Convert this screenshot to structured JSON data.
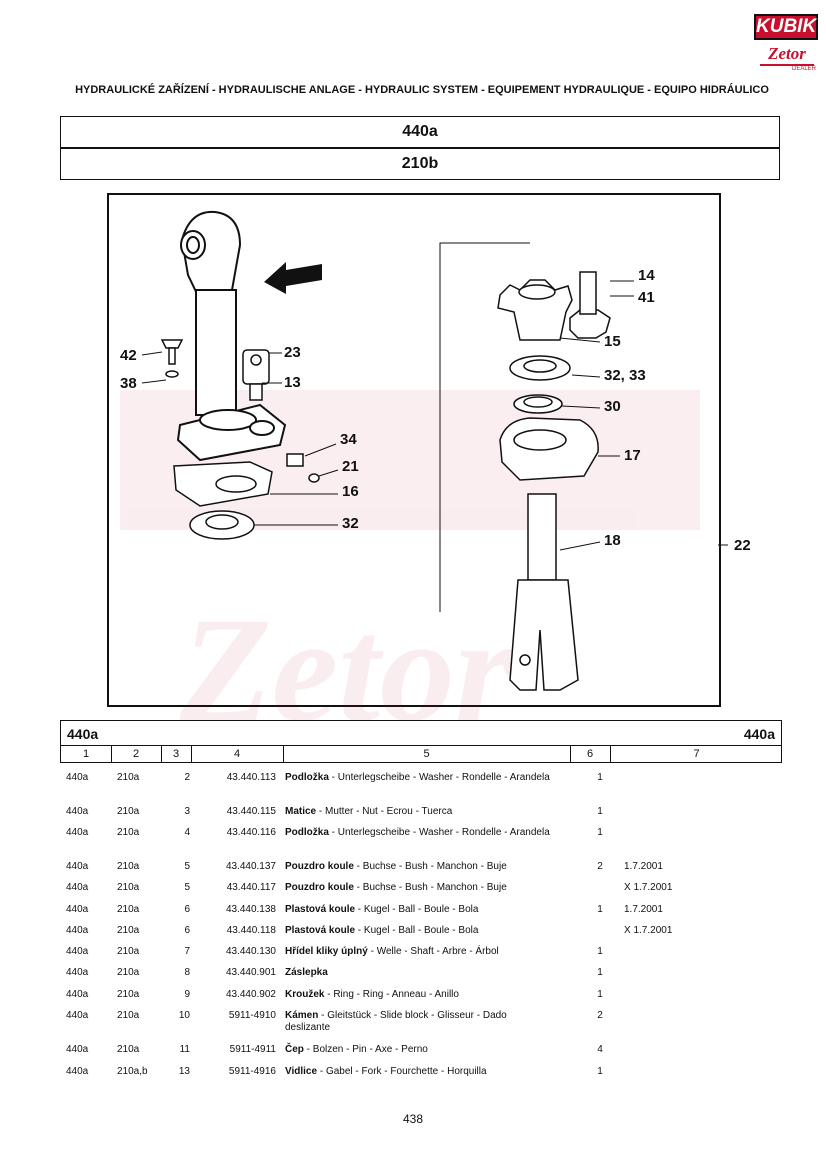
{
  "brand": {
    "kubik": "KUBIK",
    "zetor": "Zetor",
    "dealer": "DEALER"
  },
  "header": {
    "title": "HYDRAULICKÉ ZAŘÍZENÍ - HYDRAULISCHE ANLAGE - HYDRAULIC SYSTEM - EQUIPEMENT HYDRAULIQUE - EQUIPO HIDRÁULICO",
    "group": "440a",
    "subgroup": "210b"
  },
  "diagram": {
    "callouts": [
      "14",
      "41",
      "15",
      "42",
      "23",
      "38",
      "13",
      "32, 33",
      "30",
      "34",
      "17",
      "21",
      "16",
      "32",
      "18",
      "22"
    ]
  },
  "table": {
    "title_left": "440a",
    "title_right": "440a",
    "columns": [
      "1",
      "2",
      "3",
      "4",
      "5",
      "6",
      "7"
    ],
    "rows": [
      {
        "c1": "440a",
        "c2": "210a",
        "c3": "2",
        "c4": "43.440.113",
        "name": "Podložka",
        "desc": " - Unterlegscheibe - Washer - Rondelle - Arandela",
        "qty": "1",
        "note": ""
      },
      {
        "c1": "440a",
        "c2": "210a",
        "c3": "3",
        "c4": "43.440.115",
        "name": "Matice",
        "desc": " - Mutter - Nut - Ecrou - Tuerca",
        "qty": "1",
        "note": ""
      },
      {
        "c1": "440a",
        "c2": "210a",
        "c3": "4",
        "c4": "43.440.116",
        "name": "Podložka",
        "desc": " - Unterlegscheibe - Washer - Rondelle - Arandela",
        "qty": "1",
        "note": ""
      },
      {
        "c1": "440a",
        "c2": "210a",
        "c3": "5",
        "c4": "43.440.137",
        "name": "Pouzdro koule",
        "desc": " - Buchse - Bush - Manchon - Buje",
        "qty": "2",
        "note": "1.7.2001"
      },
      {
        "c1": "440a",
        "c2": "210a",
        "c3": "5",
        "c4": "43.440.117",
        "name": "Pouzdro koule",
        "desc": " - Buchse - Bush - Manchon - Buje",
        "qty": "",
        "note": "X  1.7.2001"
      },
      {
        "c1": "440a",
        "c2": "210a",
        "c3": "6",
        "c4": "43.440.138",
        "name": "Plastová koule",
        "desc": " - Kugel - Ball - Boule - Bola",
        "qty": "1",
        "note": "1.7.2001"
      },
      {
        "c1": "440a",
        "c2": "210a",
        "c3": "6",
        "c4": "43.440.118",
        "name": "Plastová koule",
        "desc": " - Kugel - Ball - Boule - Bola",
        "qty": "",
        "note": "X  1.7.2001"
      },
      {
        "c1": "440a",
        "c2": "210a",
        "c3": "7",
        "c4": "43.440.130",
        "name": "Hřídel kliky úplný",
        "desc": " - Welle - Shaft - Arbre - Árbol",
        "qty": "1",
        "note": ""
      },
      {
        "c1": "440a",
        "c2": "210a",
        "c3": "8",
        "c4": "43.440.901",
        "name": "Záslepka",
        "desc": "",
        "qty": "1",
        "note": ""
      },
      {
        "c1": "440a",
        "c2": "210a",
        "c3": "9",
        "c4": "43.440.902",
        "name": "Kroužek",
        "desc": " - Ring - Ring - Anneau - Anillo",
        "qty": "1",
        "note": ""
      },
      {
        "c1": "440a",
        "c2": "210a",
        "c3": "10",
        "c4": "5911-4910",
        "name": "Kámen",
        "desc": " - Gleitstück - Slide block - Glisseur - Dado deslizante",
        "qty": "2",
        "note": ""
      },
      {
        "c1": "440a",
        "c2": "210a",
        "c3": "11",
        "c4": "5911-4911",
        "name": "Čep",
        "desc": " - Bolzen - Pin - Axe - Perno",
        "qty": "4",
        "note": ""
      },
      {
        "c1": "440a",
        "c2": "210a,b",
        "c3": "13",
        "c4": "5911-4916",
        "name": "Vidlice",
        "desc": " - Gabel - Fork - Fourchette - Horquilla",
        "qty": "1",
        "note": ""
      }
    ]
  },
  "footer": {
    "page_number": "438"
  },
  "colors": {
    "brand_red": "#c8102e",
    "ink": "#111111"
  }
}
